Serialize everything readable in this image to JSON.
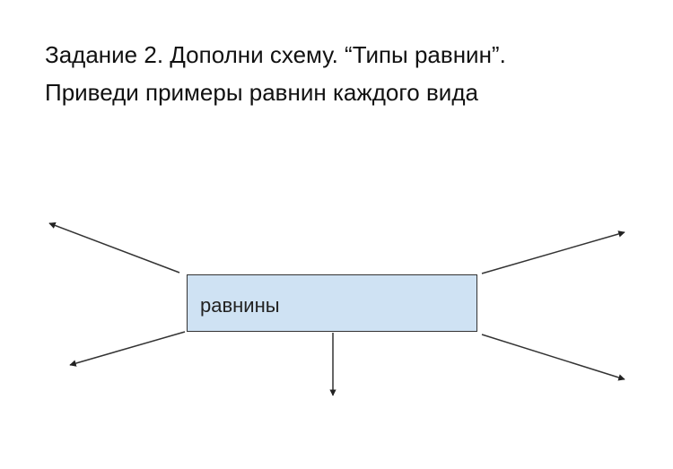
{
  "title": {
    "line1": "Задание 2. Дополни схему. “Типы равнин”.",
    "line2": "Приведи примеры равнин каждого вида"
  },
  "diagram": {
    "center_label": "равнины",
    "box_color": "#cfe2f3",
    "arrow_count": 5
  }
}
